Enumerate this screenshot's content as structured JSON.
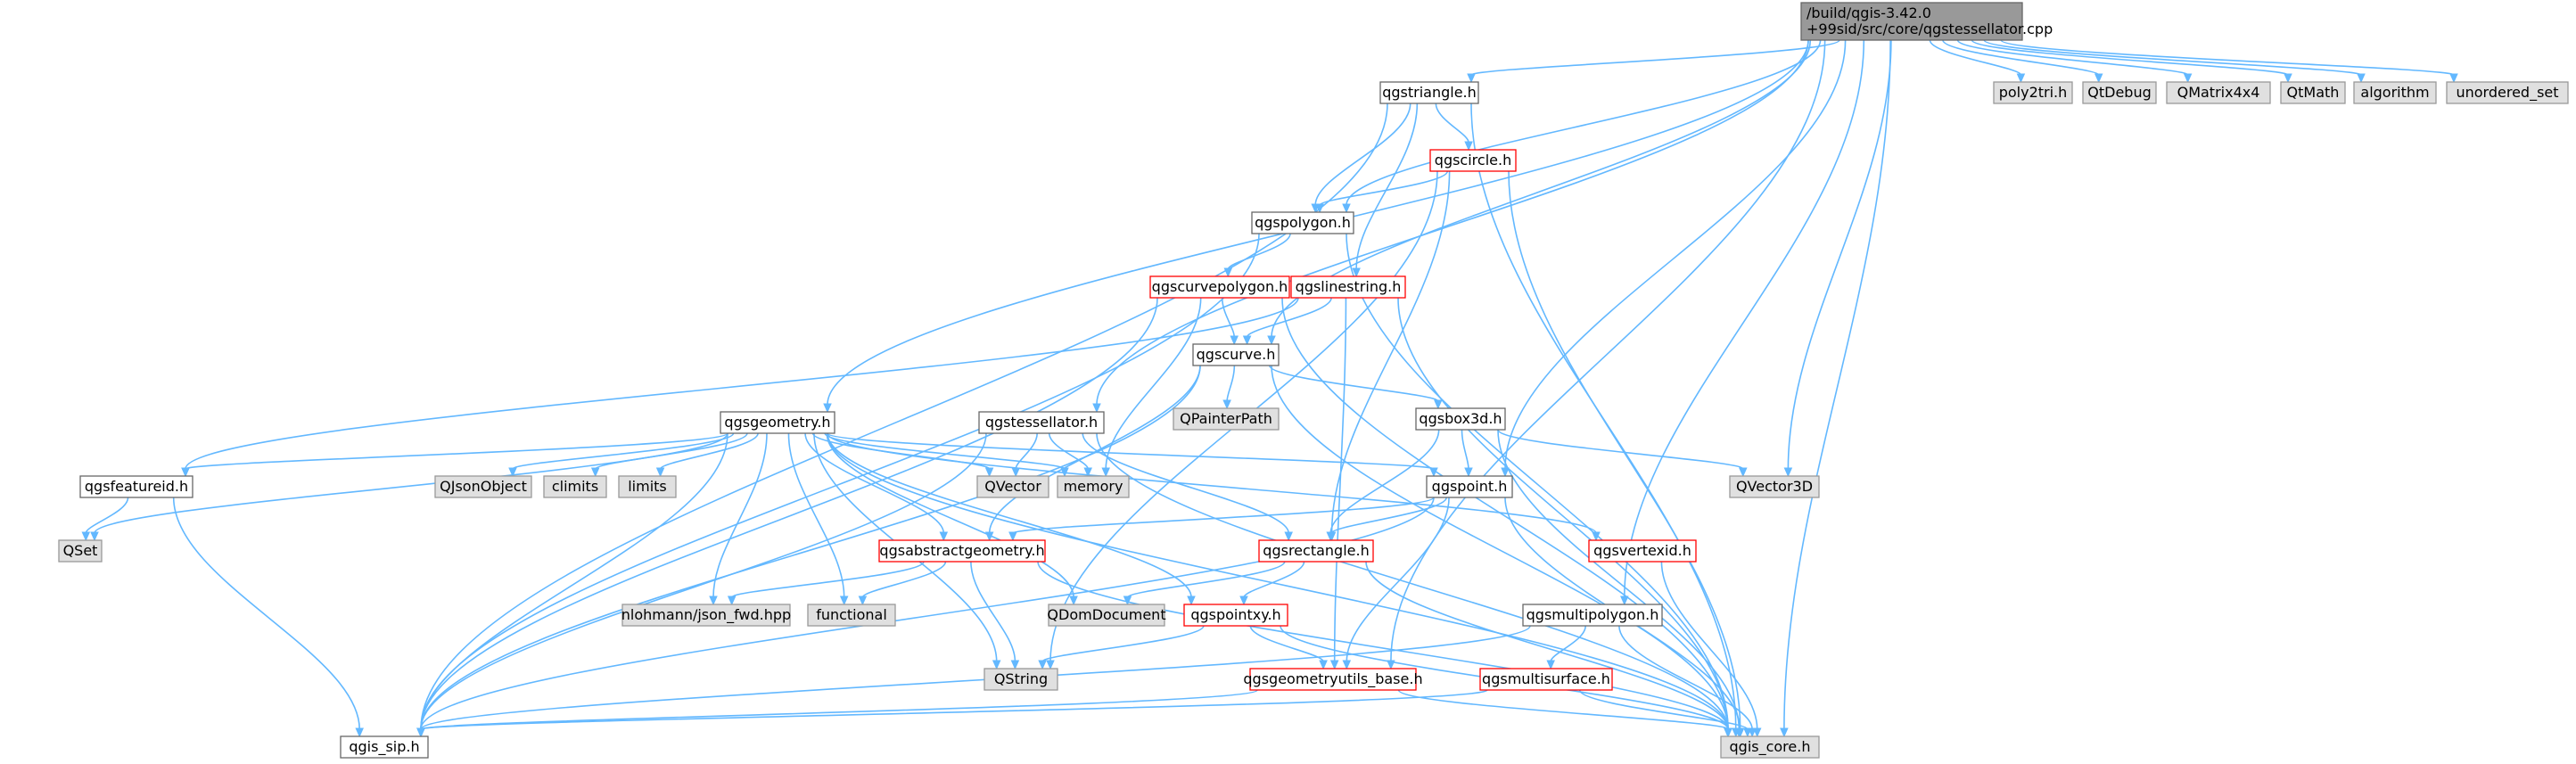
{
  "colors": {
    "edge": "#63b8ff",
    "root_fill": "#999999",
    "root_border": "#666666",
    "plain_fill": "#ffffff",
    "plain_border": "#666666",
    "header_fill": "#ffffff",
    "header_border": "#ff0000",
    "system_fill": "#e0e0e0",
    "system_border": "#999999"
  },
  "nodes": [
    {
      "id": "root",
      "kind": "root",
      "lines": [
        "/build/qgis-3.42.0",
        "+99sid/src/core/qgstessellator.cpp"
      ]
    },
    {
      "id": "qgstriangle",
      "kind": "plain",
      "lines": [
        "qgstriangle.h"
      ]
    },
    {
      "id": "poly2tri",
      "kind": "system",
      "lines": [
        "poly2tri.h"
      ]
    },
    {
      "id": "qtdebug",
      "kind": "system",
      "lines": [
        "QtDebug"
      ]
    },
    {
      "id": "qmatrix4x4",
      "kind": "system",
      "lines": [
        "QMatrix4x4"
      ]
    },
    {
      "id": "qtmath",
      "kind": "system",
      "lines": [
        "QtMath"
      ]
    },
    {
      "id": "algorithm",
      "kind": "system",
      "lines": [
        "algorithm"
      ]
    },
    {
      "id": "unordered_set",
      "kind": "system",
      "lines": [
        "unordered_set"
      ]
    },
    {
      "id": "qgscircle",
      "kind": "header",
      "lines": [
        "qgscircle.h"
      ]
    },
    {
      "id": "qgspolygon",
      "kind": "plain",
      "lines": [
        "qgspolygon.h"
      ]
    },
    {
      "id": "qgscurvepolygon",
      "kind": "header",
      "lines": [
        "qgscurvepolygon.h"
      ]
    },
    {
      "id": "qgslinestring",
      "kind": "header",
      "lines": [
        "qgslinestring.h"
      ]
    },
    {
      "id": "qgscurve",
      "kind": "plain",
      "lines": [
        "qgscurve.h"
      ]
    },
    {
      "id": "qpainterpath",
      "kind": "system",
      "lines": [
        "QPainterPath"
      ]
    },
    {
      "id": "qgsbox3d",
      "kind": "plain",
      "lines": [
        "qgsbox3d.h"
      ]
    },
    {
      "id": "qgsgeometry",
      "kind": "plain",
      "lines": [
        "qgsgeometry.h"
      ]
    },
    {
      "id": "qgstessellator",
      "kind": "plain",
      "lines": [
        "qgstessellator.h"
      ]
    },
    {
      "id": "qgsfeatureid",
      "kind": "plain",
      "lines": [
        "qgsfeatureid.h"
      ]
    },
    {
      "id": "qjsonobject",
      "kind": "system",
      "lines": [
        "QJsonObject"
      ]
    },
    {
      "id": "climits",
      "kind": "system",
      "lines": [
        "climits"
      ]
    },
    {
      "id": "limits",
      "kind": "system",
      "lines": [
        "limits"
      ]
    },
    {
      "id": "qvector",
      "kind": "system",
      "lines": [
        "QVector"
      ]
    },
    {
      "id": "memory",
      "kind": "system",
      "lines": [
        "memory"
      ]
    },
    {
      "id": "qvector3d",
      "kind": "system",
      "lines": [
        "QVector3D"
      ]
    },
    {
      "id": "qgspoint",
      "kind": "plain",
      "lines": [
        "qgspoint.h"
      ]
    },
    {
      "id": "qset",
      "kind": "system",
      "lines": [
        "QSet"
      ]
    },
    {
      "id": "qgsabstractgeometry",
      "kind": "header",
      "lines": [
        "qgsabstractgeometry.h"
      ]
    },
    {
      "id": "qgsrectangle",
      "kind": "header",
      "lines": [
        "qgsrectangle.h"
      ]
    },
    {
      "id": "qgsvertexid",
      "kind": "header",
      "lines": [
        "qgsvertexid.h"
      ]
    },
    {
      "id": "nlohmann",
      "kind": "system",
      "lines": [
        "nlohmann/json_fwd.hpp"
      ]
    },
    {
      "id": "functional",
      "kind": "system",
      "lines": [
        "functional"
      ]
    },
    {
      "id": "qdomdocument",
      "kind": "system",
      "lines": [
        "QDomDocument"
      ]
    },
    {
      "id": "qgspointxy",
      "kind": "header",
      "lines": [
        "qgspointxy.h"
      ]
    },
    {
      "id": "qgsmultipolygon",
      "kind": "plain",
      "lines": [
        "qgsmultipolygon.h"
      ]
    },
    {
      "id": "qstring",
      "kind": "system",
      "lines": [
        "QString"
      ]
    },
    {
      "id": "qgsgeometryutils_base",
      "kind": "header",
      "lines": [
        "qgsgeometryutils_base.h"
      ]
    },
    {
      "id": "qgsmultisurface",
      "kind": "header",
      "lines": [
        "qgsmultisurface.h"
      ]
    },
    {
      "id": "qgis_sip",
      "kind": "plain",
      "lines": [
        "qgis_sip.h"
      ]
    },
    {
      "id": "qgis_core",
      "kind": "system",
      "lines": [
        "qgis_core.h"
      ]
    }
  ],
  "edges": [
    [
      "root",
      "qgstriangle"
    ],
    [
      "root",
      "poly2tri"
    ],
    [
      "root",
      "qtdebug"
    ],
    [
      "root",
      "qmatrix4x4"
    ],
    [
      "root",
      "qtmath"
    ],
    [
      "root",
      "algorithm"
    ],
    [
      "root",
      "unordered_set"
    ],
    [
      "root",
      "qgspolygon"
    ],
    [
      "root",
      "qgscurve"
    ],
    [
      "root",
      "qgsgeometry"
    ],
    [
      "root",
      "qgstessellator"
    ],
    [
      "root",
      "qvector3d"
    ],
    [
      "root",
      "qgspoint"
    ],
    [
      "root",
      "qgsmultipolygon"
    ],
    [
      "root",
      "qgis_core"
    ],
    [
      "root",
      "qgsgeometryutils_base"
    ],
    [
      "qgstriangle",
      "qgscircle"
    ],
    [
      "qgstriangle",
      "qgspolygon"
    ],
    [
      "qgstriangle",
      "qgslinestring"
    ],
    [
      "qgstriangle",
      "qgis_sip"
    ],
    [
      "qgstriangle",
      "qgis_core"
    ],
    [
      "qgscircle",
      "qgspolygon"
    ],
    [
      "qgscircle",
      "qgsrectangle"
    ],
    [
      "qgscircle",
      "qstring"
    ],
    [
      "qgscircle",
      "qgis_core"
    ],
    [
      "qgspolygon",
      "qgscurvepolygon"
    ],
    [
      "qgspolygon",
      "qgis_sip"
    ],
    [
      "qgspolygon",
      "qgis_core"
    ],
    [
      "qgscurvepolygon",
      "qgscurve"
    ],
    [
      "qgscurvepolygon",
      "memory"
    ],
    [
      "qgscurvepolygon",
      "qgis_sip"
    ],
    [
      "qgscurvepolygon",
      "qgis_core"
    ],
    [
      "qgslinestring",
      "qgscurve"
    ],
    [
      "qgslinestring",
      "qgsgeometryutils_base"
    ],
    [
      "qgslinestring",
      "qgsfeatureid"
    ],
    [
      "qgslinestring",
      "qgis_core"
    ],
    [
      "qgscurve",
      "qpainterpath"
    ],
    [
      "qgscurve",
      "qgsbox3d"
    ],
    [
      "qgscurve",
      "qgsabstractgeometry"
    ],
    [
      "qgscurve",
      "qgis_sip"
    ],
    [
      "qgscurve",
      "qgis_core"
    ],
    [
      "qgsbox3d",
      "qgspoint"
    ],
    [
      "qgsbox3d",
      "qvector3d"
    ],
    [
      "qgsbox3d",
      "qgsrectangle"
    ],
    [
      "qgsbox3d",
      "qgis_core"
    ],
    [
      "qgsgeometry",
      "qgsfeatureid"
    ],
    [
      "qgsgeometry",
      "qjsonobject"
    ],
    [
      "qgsgeometry",
      "climits"
    ],
    [
      "qgsgeometry",
      "limits"
    ],
    [
      "qgsgeometry",
      "qvector"
    ],
    [
      "qgsgeometry",
      "memory"
    ],
    [
      "qgsgeometry",
      "qset"
    ],
    [
      "qgsgeometry",
      "qgspoint"
    ],
    [
      "qgsgeometry",
      "qgsabstractgeometry"
    ],
    [
      "qgsgeometry",
      "qgsvertexid"
    ],
    [
      "qgsgeometry",
      "nlohmann"
    ],
    [
      "qgsgeometry",
      "functional"
    ],
    [
      "qgsgeometry",
      "qdomdocument"
    ],
    [
      "qgsgeometry",
      "qgspointxy"
    ],
    [
      "qgsgeometry",
      "qstring"
    ],
    [
      "qgsgeometry",
      "qgis_sip"
    ],
    [
      "qgsgeometry",
      "qgis_core"
    ],
    [
      "qgstessellator",
      "qvector"
    ],
    [
      "qgstessellator",
      "memory"
    ],
    [
      "qgstessellator",
      "qgsrectangle"
    ],
    [
      "qgstessellator",
      "qgis_sip"
    ],
    [
      "qgstessellator",
      "qgis_core"
    ],
    [
      "qgsfeatureid",
      "qset"
    ],
    [
      "qgsfeatureid",
      "qgis_sip"
    ],
    [
      "qgspoint",
      "qgsabstractgeometry"
    ],
    [
      "qgspoint",
      "qgsrectangle"
    ],
    [
      "qgspoint",
      "qgsgeometryutils_base"
    ],
    [
      "qgspoint",
      "qgis_sip"
    ],
    [
      "qgspoint",
      "qgis_core"
    ],
    [
      "qgsabstractgeometry",
      "nlohmann"
    ],
    [
      "qgsabstractgeometry",
      "functional"
    ],
    [
      "qgsabstractgeometry",
      "qstring"
    ],
    [
      "qgsabstractgeometry",
      "qgis_core"
    ],
    [
      "qgsrectangle",
      "qdomdocument"
    ],
    [
      "qgsrectangle",
      "qgspointxy"
    ],
    [
      "qgsrectangle",
      "qgis_core"
    ],
    [
      "qgsvertexid",
      "qgis_core"
    ],
    [
      "qgspointxy",
      "qstring"
    ],
    [
      "qgspointxy",
      "qgsgeometryutils_base"
    ],
    [
      "qgspointxy",
      "qgis_core"
    ],
    [
      "qgsmultipolygon",
      "qgsmultisurface"
    ],
    [
      "qgsmultipolygon",
      "qgis_sip"
    ],
    [
      "qgsmultipolygon",
      "qgis_core"
    ],
    [
      "qgsgeometryutils_base",
      "qgis_sip"
    ],
    [
      "qgsgeometryutils_base",
      "qgis_core"
    ],
    [
      "qgsmultisurface",
      "qgis_sip"
    ],
    [
      "qgsmultisurface",
      "qgis_core"
    ]
  ]
}
